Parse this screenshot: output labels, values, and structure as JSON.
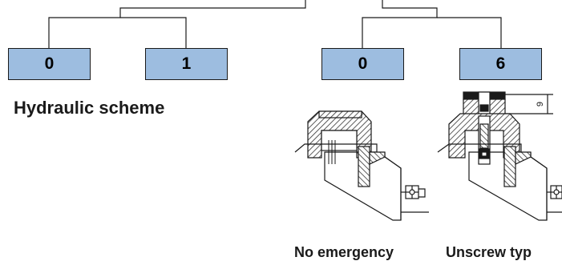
{
  "codes": [
    {
      "value": "0"
    },
    {
      "value": "1"
    },
    {
      "value": "0"
    },
    {
      "value": "6"
    }
  ],
  "hydraulic_label": "Hydraulic scheme",
  "option_left_label": "No emergency",
  "option_right_label": "Unscrew typ",
  "dimension_label": "9",
  "colors": {
    "box_fill": "#9dbde0",
    "line": "#1a1a1a",
    "hatch": "#333333"
  }
}
